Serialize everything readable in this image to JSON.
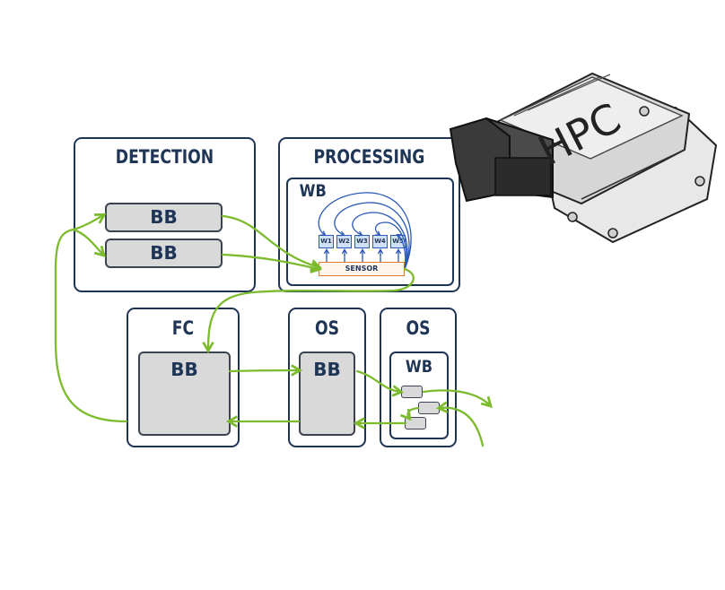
{
  "detection": {
    "title": "DETECTION",
    "block_top": "BB",
    "block_bottom": "BB"
  },
  "processing": {
    "title": "PROCESSING",
    "wb_label": "WB",
    "workers": [
      "W1",
      "W2",
      "W3",
      "W4",
      "W5"
    ],
    "sensor_label": "SENSOR"
  },
  "fc": {
    "title": "FC",
    "block": "BB"
  },
  "os_middle": {
    "title": "OS",
    "block": "BB"
  },
  "os_right": {
    "title": "OS",
    "wb_label": "WB"
  },
  "hpc": {
    "label": "HPC"
  },
  "colors": {
    "border": "#1f3556",
    "arrow_green": "#7cbb2e",
    "arrow_blue": "#2b59b8",
    "sensor_orange": "#e07a2a",
    "block_fill": "#d9d9da"
  },
  "icons": [
    "green-arrow-icon",
    "blue-arrow-icon",
    "hpc-ecu-icon"
  ]
}
